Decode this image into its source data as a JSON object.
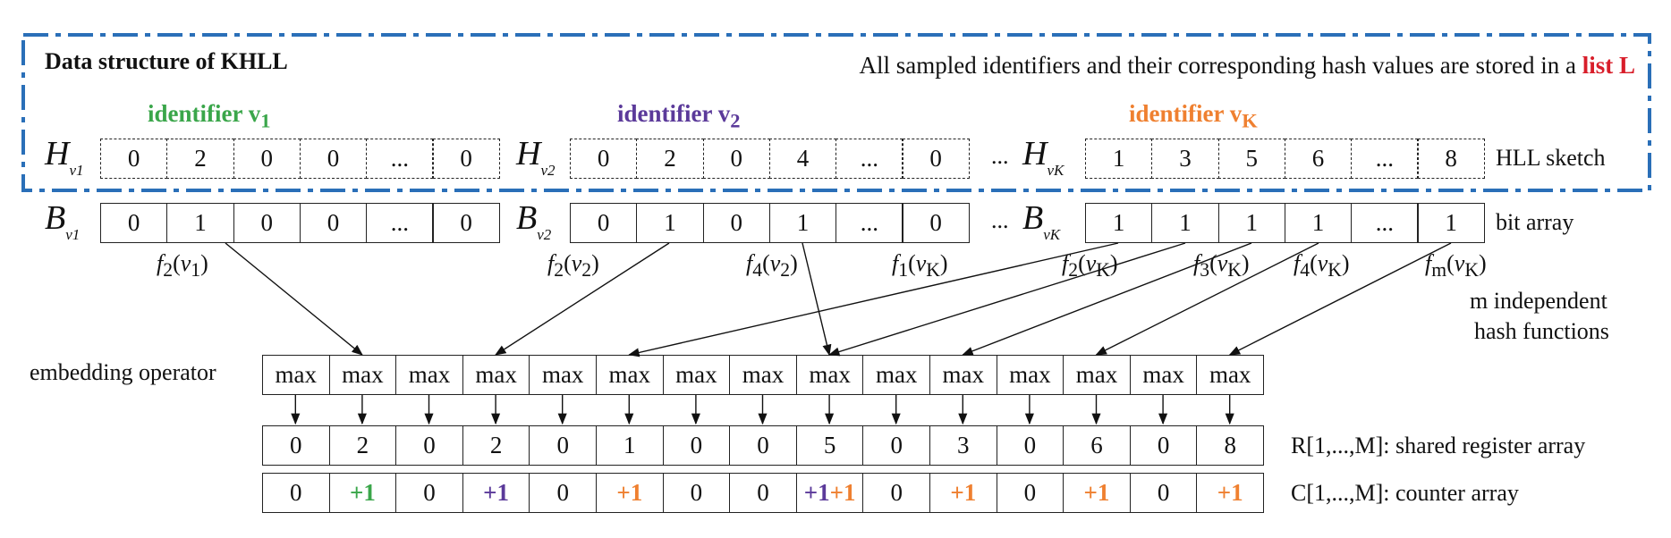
{
  "header": {
    "title": "Data structure of KHLL",
    "note_prefix": "All sampled identifiers and their corresponding hash values are stored in a ",
    "note_highlight": "list L",
    "frame_color": "#2a6fb8"
  },
  "identifiers": [
    {
      "label": "identifier v",
      "sub": "1",
      "color": "#3aa64a"
    },
    {
      "label": "identifier v",
      "sub": "2",
      "color": "#5b3a9a"
    },
    {
      "label": "identifier v",
      "sub": "K",
      "color": "#ef8030"
    }
  ],
  "sketches": {
    "H1": {
      "symbol": "H",
      "sub": "v1",
      "cells": [
        "0",
        "2",
        "0",
        "0",
        "...",
        "0"
      ]
    },
    "H2": {
      "symbol": "H",
      "sub": "v2",
      "cells": [
        "0",
        "2",
        "0",
        "4",
        "...",
        "0"
      ]
    },
    "HK": {
      "symbol": "H",
      "sub": "vK",
      "cells": [
        "1",
        "3",
        "5",
        "6",
        "...",
        "8"
      ]
    },
    "row_label": "HLL sketch",
    "ellipsis": "..."
  },
  "bitarrays": {
    "B1": {
      "symbol": "B",
      "sub": "v1",
      "cells": [
        "0",
        "1",
        "0",
        "0",
        "...",
        "0"
      ]
    },
    "B2": {
      "symbol": "B",
      "sub": "v2",
      "cells": [
        "0",
        "1",
        "0",
        "1",
        "...",
        "0"
      ]
    },
    "BK": {
      "symbol": "B",
      "sub": "vK",
      "cells": [
        "1",
        "1",
        "1",
        "1",
        "...",
        "1"
      ]
    },
    "row_label": "bit array",
    "ellipsis": "..."
  },
  "hash_labels": [
    "f2(v1)",
    "f2(v2)",
    "f4(v2)",
    "f1(vK)",
    "f2(vK)",
    "f3(vK)",
    "f4(vK)",
    "fm(vK)"
  ],
  "hash_note_line1": "m independent",
  "hash_note_line2": "hash functions",
  "operator": {
    "label": "embedding operator",
    "cells": [
      "max",
      "max",
      "max",
      "max",
      "max",
      "max",
      "max",
      "max",
      "max",
      "max",
      "max",
      "max",
      "max",
      "max",
      "max"
    ]
  },
  "register": {
    "label": "R[1,...,M]: shared register array",
    "cells": [
      "0",
      "2",
      "0",
      "2",
      "0",
      "1",
      "0",
      "0",
      "5",
      "0",
      "3",
      "0",
      "6",
      "0",
      "8"
    ]
  },
  "counter": {
    "label": "C[1,...,M]: counter array",
    "cells": [
      "0",
      "+1",
      "0",
      "+1",
      "0",
      "+1",
      "0",
      "0",
      "+1+1",
      "0",
      "+1",
      "0",
      "+1",
      "0",
      "+1"
    ],
    "colors": [
      "#111111",
      "#3aa64a",
      "#111111",
      "#5b3a9a",
      "#111111",
      "#ef8030",
      "#111111",
      "#111111",
      "mixed",
      "#111111",
      "#ef8030",
      "#111111",
      "#ef8030",
      "#111111",
      "#ef8030"
    ]
  }
}
